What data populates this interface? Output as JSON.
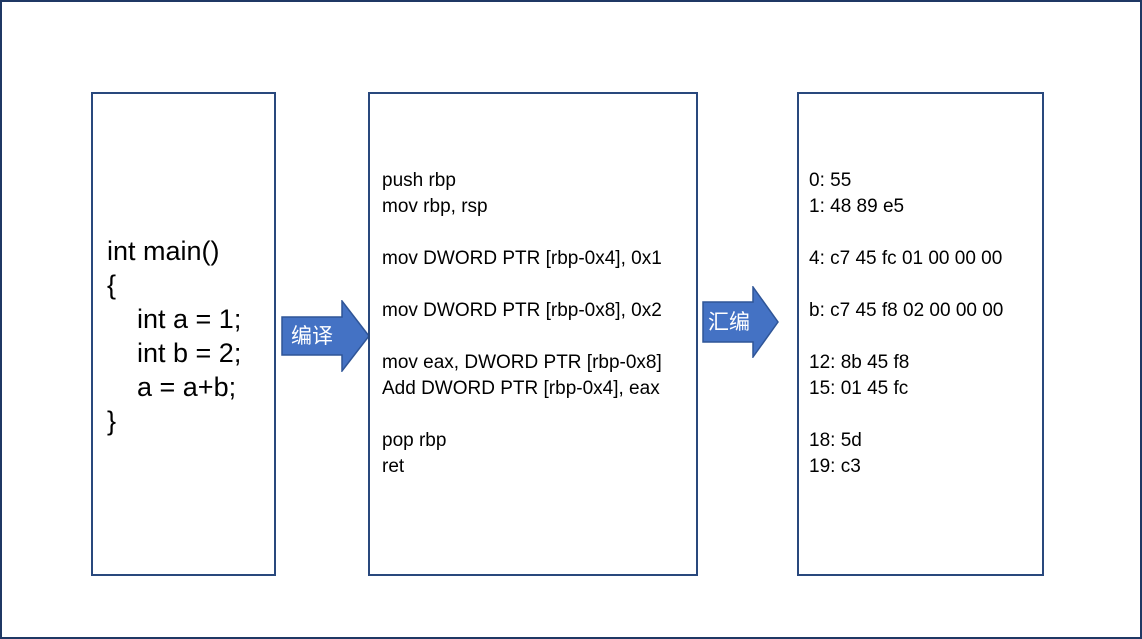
{
  "diagram": {
    "title": "c-compilation-pipeline",
    "source_box": {
      "lines": [
        "int main()",
        "{",
        "    int a = 1;",
        "    int b = 2;",
        "    a = a+b;",
        "}"
      ]
    },
    "compile_arrow": {
      "label": "编译"
    },
    "assembly_box": {
      "lines": [
        "push rbp",
        "mov rbp, rsp",
        "",
        "mov DWORD PTR [rbp-0x4], 0x1",
        "",
        "mov DWORD PTR [rbp-0x8], 0x2",
        "",
        "mov eax, DWORD PTR [rbp-0x8]",
        "Add DWORD PTR [rbp-0x4], eax",
        "",
        "pop rbp",
        "ret"
      ]
    },
    "assemble_arrow": {
      "label": "汇编"
    },
    "machine_code_box": {
      "lines": [
        "0: 55",
        "1: 48 89 e5",
        "",
        "4: c7 45 fc 01 00 00 00",
        "",
        "b: c7 45 f8 02 00 00 00",
        "",
        "12: 8b 45 f8",
        "15: 01 45 fc",
        "",
        "18: 5d",
        "19: c3"
      ]
    },
    "colors": {
      "arrow_fill": "#4472C4",
      "arrow_border": "#2F5597",
      "box_border": "#29487D",
      "outer_border": "#1F3864",
      "text": "#000000"
    }
  }
}
